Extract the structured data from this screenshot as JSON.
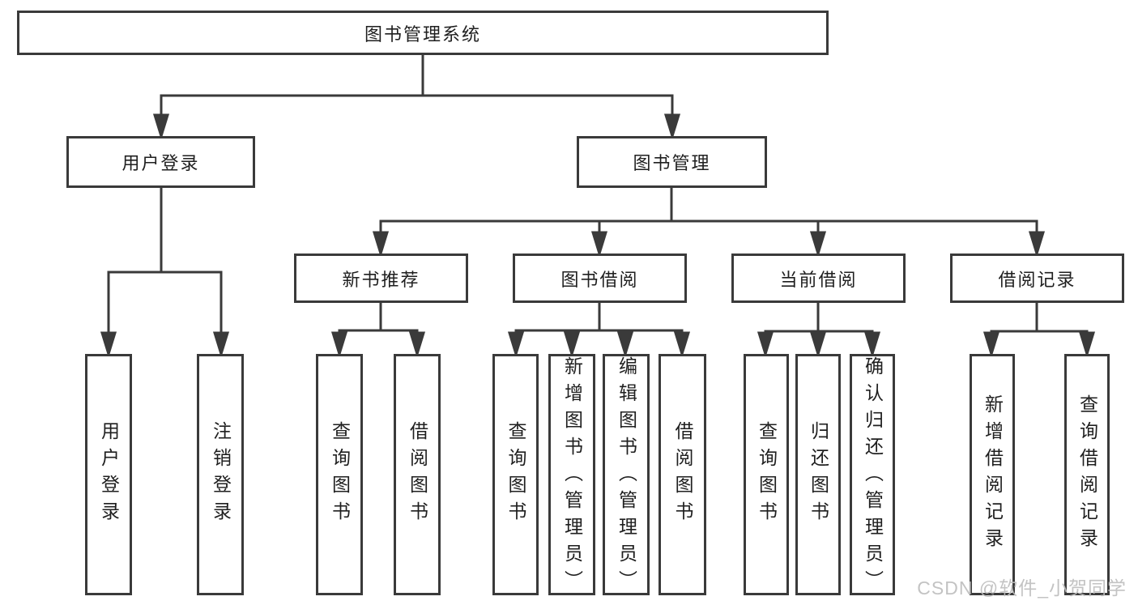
{
  "tree": {
    "label": "图书管理系统",
    "children": [
      {
        "label": "用户登录",
        "children": [
          {
            "label": "用户登录"
          },
          {
            "label": "注销登录"
          }
        ]
      },
      {
        "label": "图书管理",
        "children": [
          {
            "label": "新书推荐",
            "children": [
              {
                "label": "查询图书"
              },
              {
                "label": "借阅图书"
              }
            ]
          },
          {
            "label": "图书借阅",
            "children": [
              {
                "label": "查询图书"
              },
              {
                "label": "新增图书（管理员）"
              },
              {
                "label": "编辑图书（管理员）"
              },
              {
                "label": "借阅图书"
              }
            ]
          },
          {
            "label": "当前借阅",
            "children": [
              {
                "label": "查询图书"
              },
              {
                "label": "归还图书"
              },
              {
                "label": "确认归还（管理员）"
              }
            ]
          },
          {
            "label": "借阅记录",
            "children": [
              {
                "label": "新增借阅记录"
              },
              {
                "label": "查询借阅记录"
              }
            ]
          }
        ]
      }
    ]
  },
  "watermark": "CSDN @软件_小贺同学",
  "colors": {
    "line": "#3a3a3a",
    "text": "#1f1f1f",
    "background": "#ffffff",
    "watermark": "#bebebe"
  }
}
